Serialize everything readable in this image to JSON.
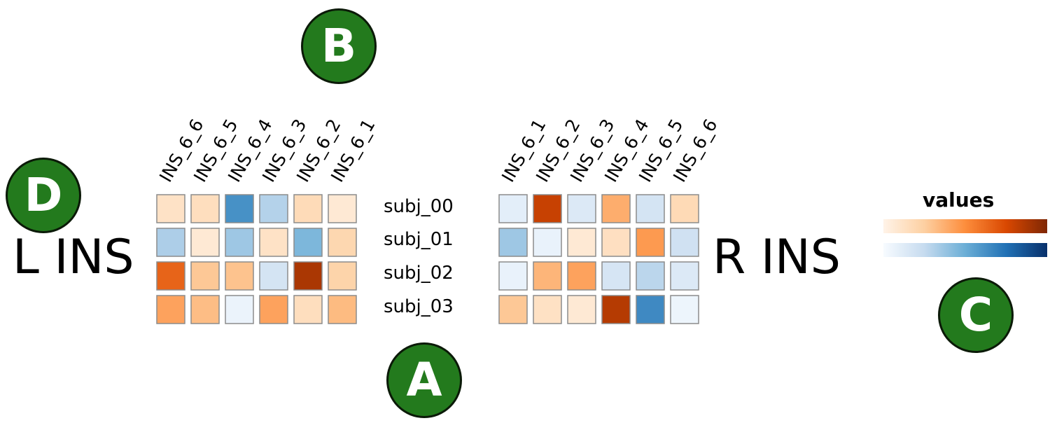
{
  "chart_data": {
    "type": "heatmap",
    "left_panel": {
      "label": "L INS",
      "columns": [
        "INS_6_6",
        "INS_6_5",
        "INS_6_4",
        "INS_6_3",
        "INS_6_2",
        "INS_6_1"
      ],
      "values": [
        [
          0.12,
          0.15,
          -0.62,
          -0.3,
          0.17,
          0.07
        ],
        [
          -0.32,
          0.07,
          -0.36,
          0.12,
          -0.45,
          0.2
        ],
        [
          0.65,
          0.28,
          0.3,
          -0.18,
          0.88,
          0.22
        ],
        [
          0.42,
          0.32,
          -0.06,
          0.42,
          0.15,
          0.33
        ]
      ]
    },
    "right_panel": {
      "label": "R INS",
      "columns": [
        "INS_6_1",
        "INS_6_2",
        "INS_6_3",
        "INS_6_4",
        "INS_6_5",
        "INS_6_6"
      ],
      "values": [
        [
          -0.1,
          0.8,
          -0.14,
          0.38,
          -0.18,
          0.18
        ],
        [
          -0.36,
          -0.07,
          0.07,
          0.14,
          0.45,
          -0.2
        ],
        [
          -0.07,
          0.35,
          0.42,
          -0.17,
          -0.28,
          -0.14
        ],
        [
          0.28,
          0.13,
          0.07,
          0.85,
          -0.65,
          -0.05
        ]
      ]
    },
    "rows": [
      "subj_00",
      "subj_01",
      "subj_02",
      "subj_03"
    ],
    "colorbar": {
      "title": "values",
      "positive_colors": [
        "#fff3e8",
        "#fdd0a2",
        "#fd8d3c",
        "#d94801",
        "#7f2704"
      ],
      "negative_colors": [
        "#f7fbff",
        "#c6dbef",
        "#6baed6",
        "#2171b5",
        "#08306b"
      ]
    }
  },
  "badges": {
    "a": "A",
    "b": "B",
    "c": "C",
    "d": "D"
  }
}
